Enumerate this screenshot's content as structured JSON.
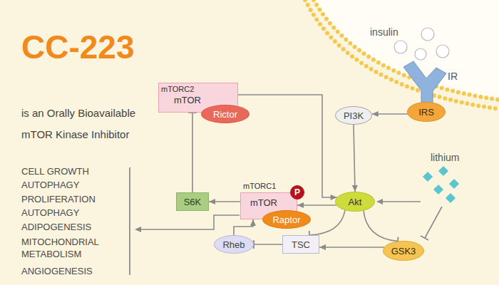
{
  "diagram": {
    "title": "CC-223",
    "nodes": [
      {
        "text": [
          "mTORC2",
          "mTOR"
        ]
      },
      {
        "text": [
          "Rictor"
        ],
        "in": 0
      },
      {
        "text": [
          "IRS"
        ]
      },
      {
        "text": [
          "PI3K"
        ]
      },
      {
        "text": [
          "S6K"
        ]
      },
      {
        "text": [
          "mTORC1",
          "mTOR"
        ]
      },
      {
        "text": [
          "P"
        ],
        "in": 5
      },
      {
        "text": [
          "Raptor"
        ],
        "in": 5
      },
      {
        "text": [
          "Akt"
        ]
      },
      {
        "text": [
          "Rheb"
        ]
      },
      {
        "text": [
          "TSC"
        ]
      },
      {
        "text": [
          "GSK3"
        ]
      }
    ],
    "edges": [
      {
        "from": 0,
        "to": 8,
        "arrow": "to"
      },
      {
        "from": 2,
        "to": 3,
        "arrow": "to"
      },
      {
        "from": 3,
        "to": 8,
        "arrow": "to"
      },
      {
        "from": 8,
        "to": 5,
        "arrow": "to"
      },
      {
        "from": 5,
        "to": 4,
        "arrow": "to"
      },
      {
        "from": 4,
        "to": 0,
        "arrow": "to"
      },
      {
        "from": 8,
        "to": 10,
        "arrow": "to"
      },
      {
        "from": 8,
        "to": 11,
        "arrow": "to"
      },
      {
        "from": 11,
        "to": 10,
        "arrow": "to"
      },
      {
        "from": 10,
        "to": 9,
        "arrow": "to"
      },
      {
        "from": 9,
        "to": 5,
        "arrow": "to"
      }
    ],
    "labels": [
      "is an Orally Bioavailable",
      "mTOR Kinase Inhibitor",
      "CELL GROWTH",
      "AUTOPHAGY",
      "PROLIFERATION",
      "AUTOPHAGY",
      "ADIPOGENESIS",
      "MITOCHONDRIAL METABOLISM",
      "ANGIOGENESIS",
      "insulin",
      "IR",
      "lithium"
    ]
  }
}
